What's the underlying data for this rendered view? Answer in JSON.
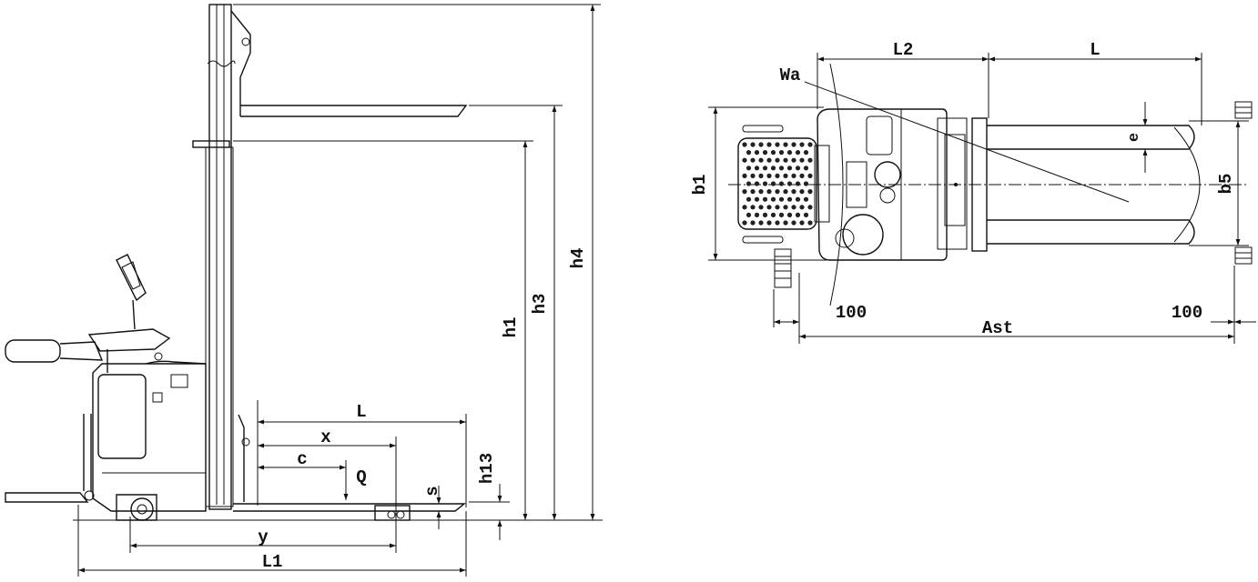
{
  "side_view": {
    "labels": {
      "L": "L",
      "x": "x",
      "c": "c",
      "Q": "Q",
      "s": "s",
      "h13": "h13",
      "h1": "h1",
      "h3": "h3",
      "h4": "h4",
      "y": "y",
      "L1": "L1"
    }
  },
  "top_view": {
    "labels": {
      "L2": "L2",
      "L": "L",
      "Wa": "Wa",
      "b1": "b1",
      "e": "e",
      "b5": "b5",
      "clearance_left": "100",
      "clearance_right": "100",
      "Ast": "Ast"
    }
  },
  "colors": {
    "line": "#111111",
    "background": "#ffffff"
  }
}
